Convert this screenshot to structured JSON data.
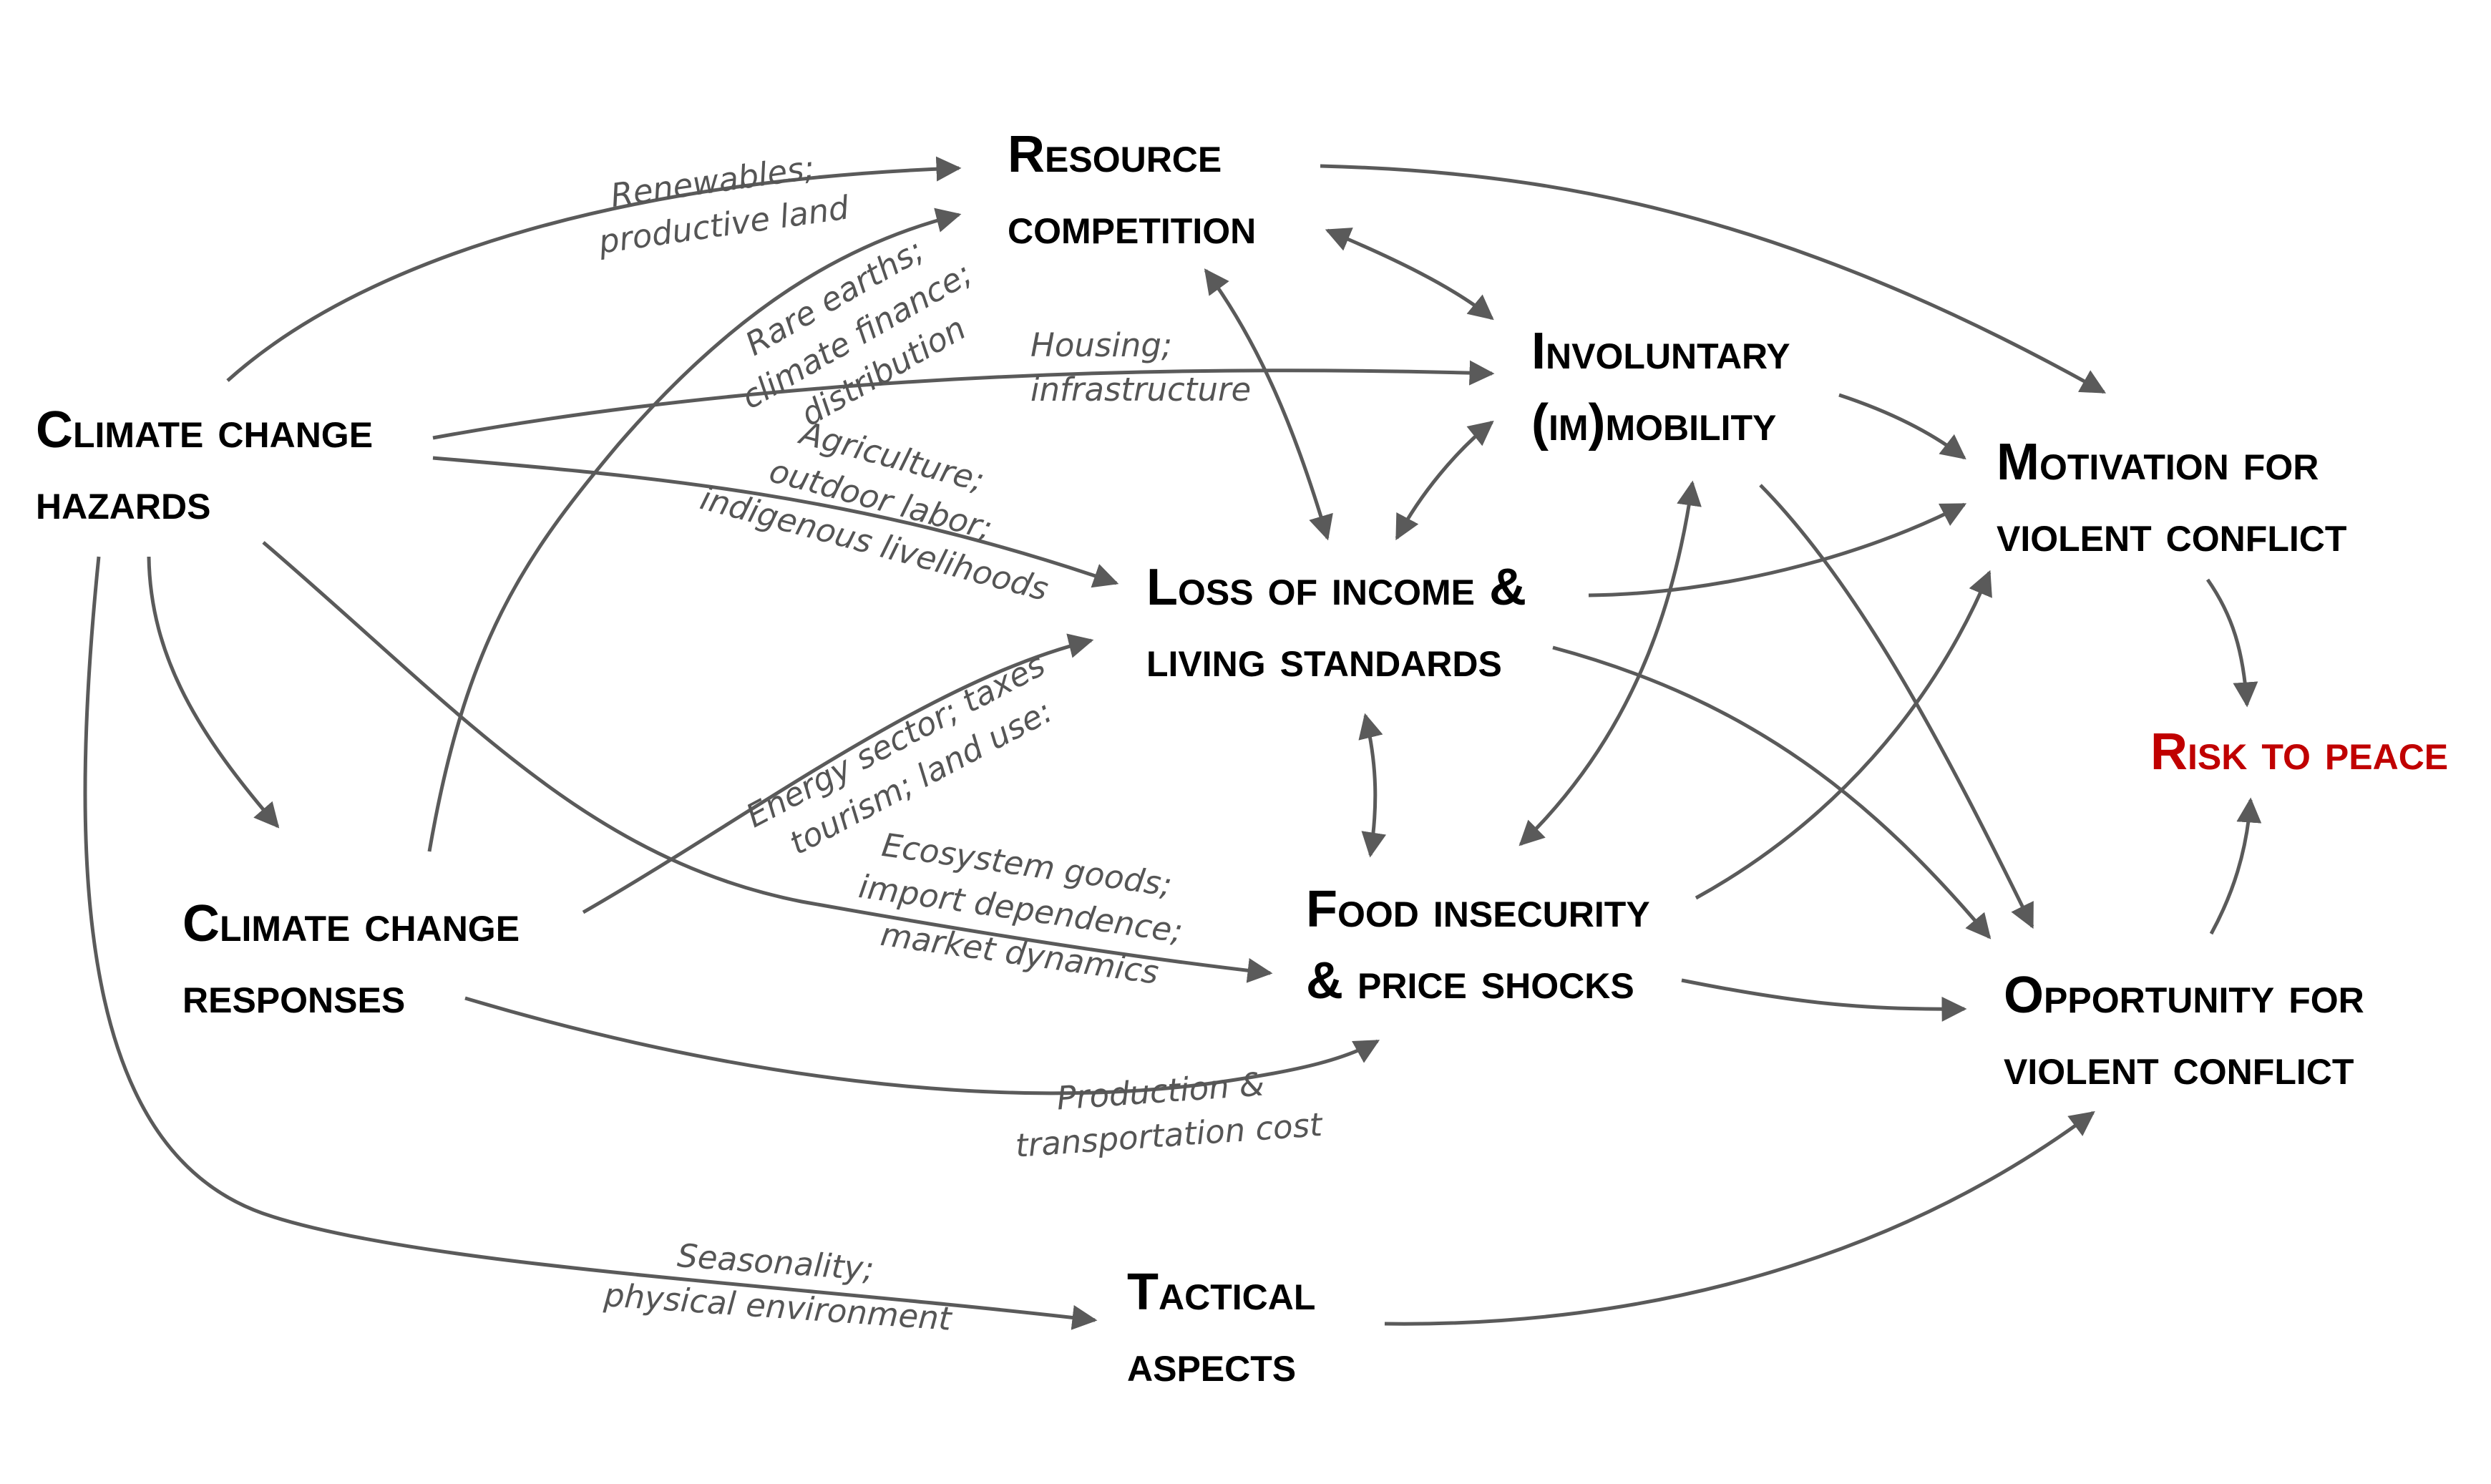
{
  "colors": {
    "arrow": "#5a5a5a",
    "node_text": "#000000",
    "label_text": "#555555",
    "accent": "#c00000"
  },
  "nodes": {
    "hazards": {
      "line1": "Climate change",
      "line2": "hazards"
    },
    "responses": {
      "line1": "Climate change",
      "line2": "responses"
    },
    "resource": {
      "line1": "Resource",
      "line2": "competition"
    },
    "mobility": {
      "line1": "Involuntary",
      "line2": "(im)mobility"
    },
    "income": {
      "line1": "Loss of income &",
      "line2": "living standards"
    },
    "food": {
      "line1": "Food insecurity",
      "line2": "& price shocks"
    },
    "tactical": {
      "line1": "Tactical",
      "line2": "aspects"
    },
    "motivation": {
      "line1": "Motivation for",
      "line2": "violent conflict"
    },
    "opportunity": {
      "line1": "Opportunity for",
      "line2": "violent conflict"
    },
    "risk": {
      "line1": "Risk to peace"
    }
  },
  "edge_labels": {
    "renewables": [
      "Renewables;",
      "productive land"
    ],
    "rare_earths": [
      "Rare earths;",
      "climate finance;",
      "distribution"
    ],
    "housing": [
      "Housing;",
      "infrastructure"
    ],
    "agriculture": [
      "Agriculture;",
      "outdoor labor;",
      "indigenous livelihoods"
    ],
    "energy": [
      "Energy sector; taxes",
      "tourism; land use:"
    ],
    "ecosystem": [
      "Ecosystem goods;",
      "import dependence;",
      "market dynamics"
    ],
    "production": [
      "Production &",
      "transportation cost"
    ],
    "seasonality": [
      "Seasonality;",
      "physical environment"
    ]
  }
}
